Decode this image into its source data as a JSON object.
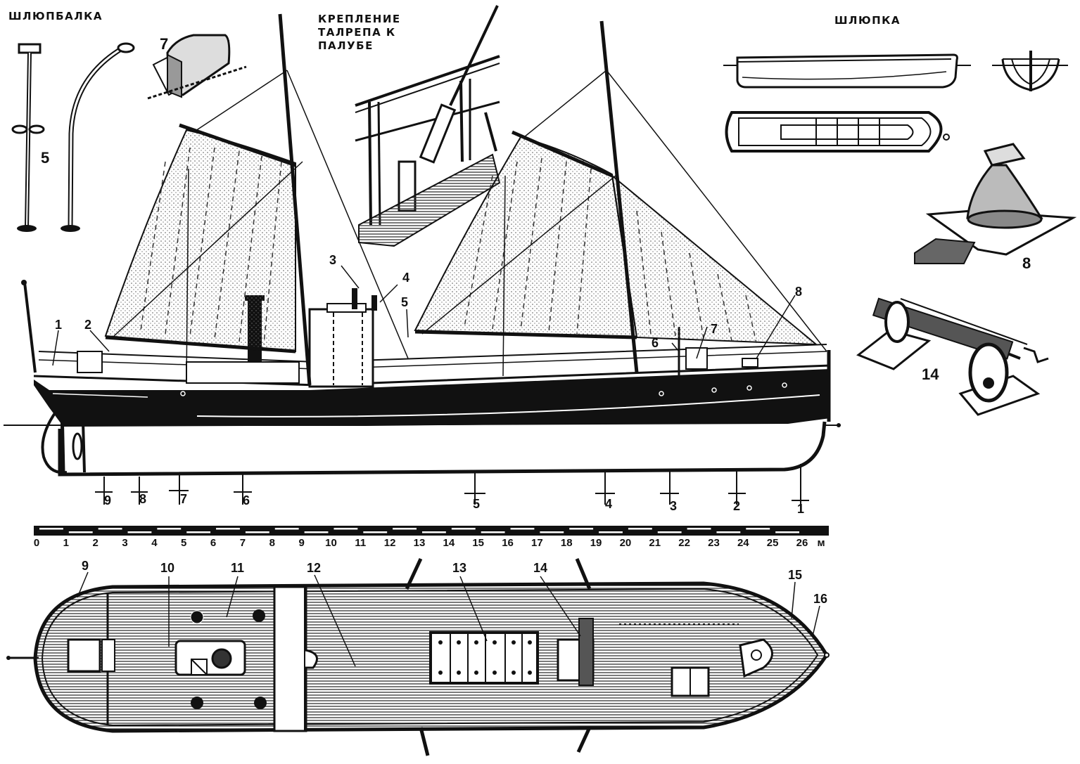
{
  "titles": {
    "davit": "ШЛЮПБАЛКА",
    "turnbuckle": [
      "КРЕПЛЕНИЕ",
      "ТАЛРЕПА К",
      "ПАЛУБЕ"
    ],
    "boat": "ШЛЮПКА"
  },
  "detail_labels": {
    "davit": "5",
    "hatch_house": "7",
    "capstan": "8",
    "windlass": "14"
  },
  "side_view_callouts": [
    "1",
    "2",
    "3",
    "4",
    "5",
    "6",
    "7",
    "8"
  ],
  "frame_stations": [
    "9",
    "8",
    "7",
    "6",
    "5",
    "4",
    "3",
    "2",
    "1"
  ],
  "scale": {
    "ticks": [
      "0",
      "1",
      "2",
      "3",
      "4",
      "5",
      "6",
      "7",
      "8",
      "9",
      "10",
      "11",
      "12",
      "13",
      "14",
      "15",
      "16",
      "17",
      "18",
      "19",
      "20",
      "21",
      "22",
      "23",
      "24",
      "25",
      "26"
    ],
    "unit": "м"
  },
  "deck_plan_callouts": [
    "9",
    "10",
    "11",
    "12",
    "13",
    "14",
    "15",
    "16"
  ],
  "colors": {
    "ink": "#111111",
    "paper": "#ffffff",
    "sail_stipple": "#9a9a9a",
    "deck_hatching": "#555555"
  }
}
